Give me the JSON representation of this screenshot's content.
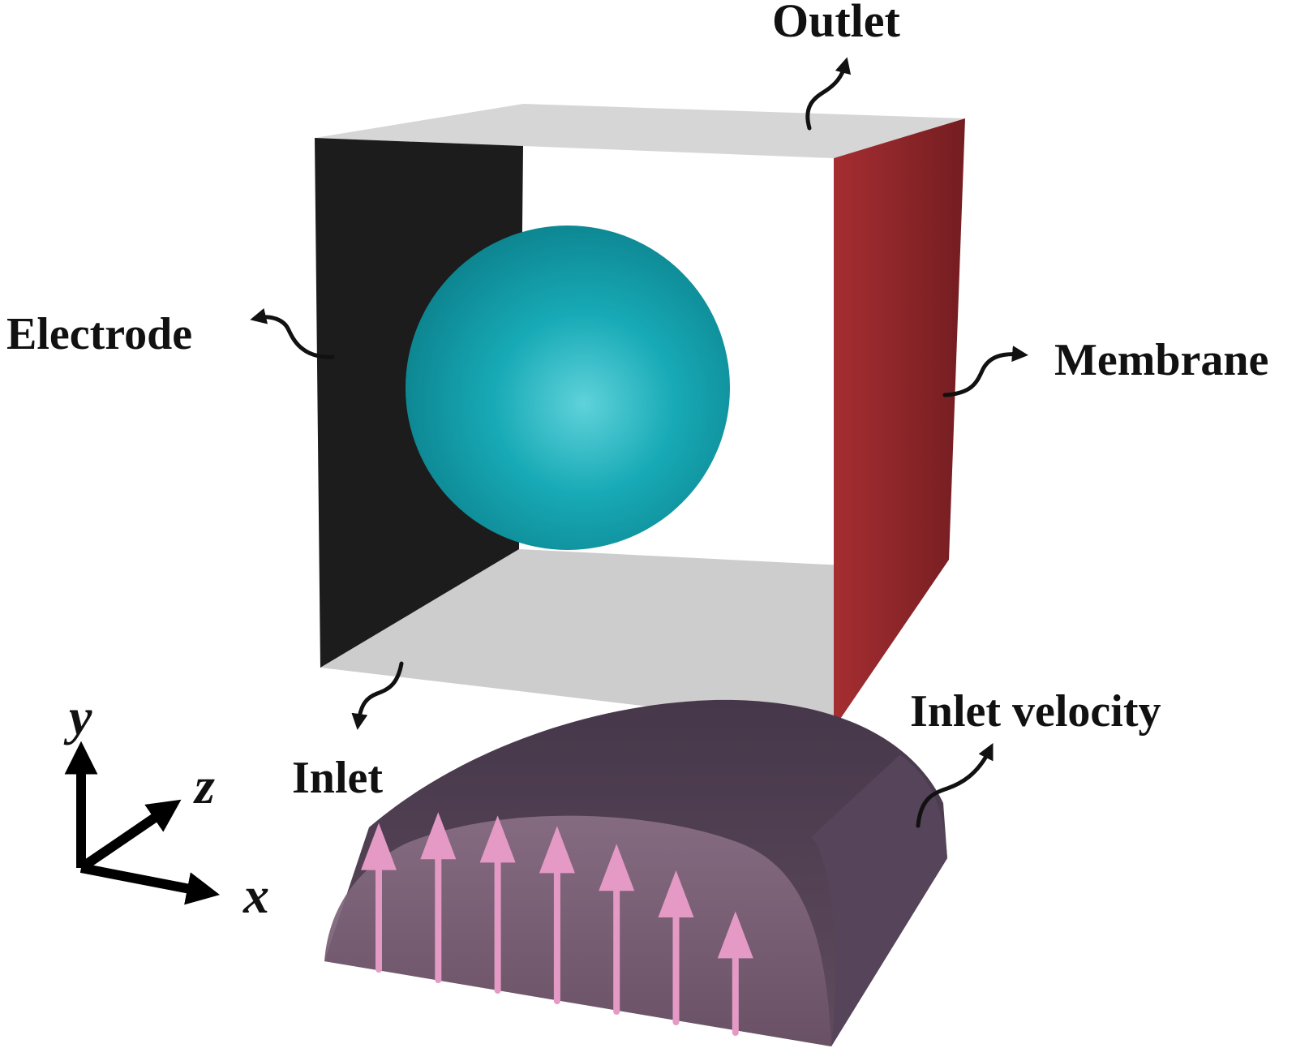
{
  "labels": {
    "outlet": "Outlet",
    "electrode": "Electrode",
    "membrane": "Membrane",
    "inlet": "Inlet",
    "inlet_velocity": "Inlet velocity"
  },
  "axes": {
    "y": "y",
    "z": "z",
    "x": "x"
  },
  "colors": {
    "electrode": "#1c1c1c",
    "membrane": "#8e2428",
    "walls": "#cfcfcf",
    "particle": "#12a6b4",
    "inlet_profile": "#4e3d4f",
    "velocity_arrows": "#e59ac6"
  },
  "inlet_profile": {
    "arrow_count": 7,
    "relative_velocity": [
      0.82,
      0.94,
      0.98,
      0.98,
      0.94,
      0.85,
      0.68
    ]
  }
}
